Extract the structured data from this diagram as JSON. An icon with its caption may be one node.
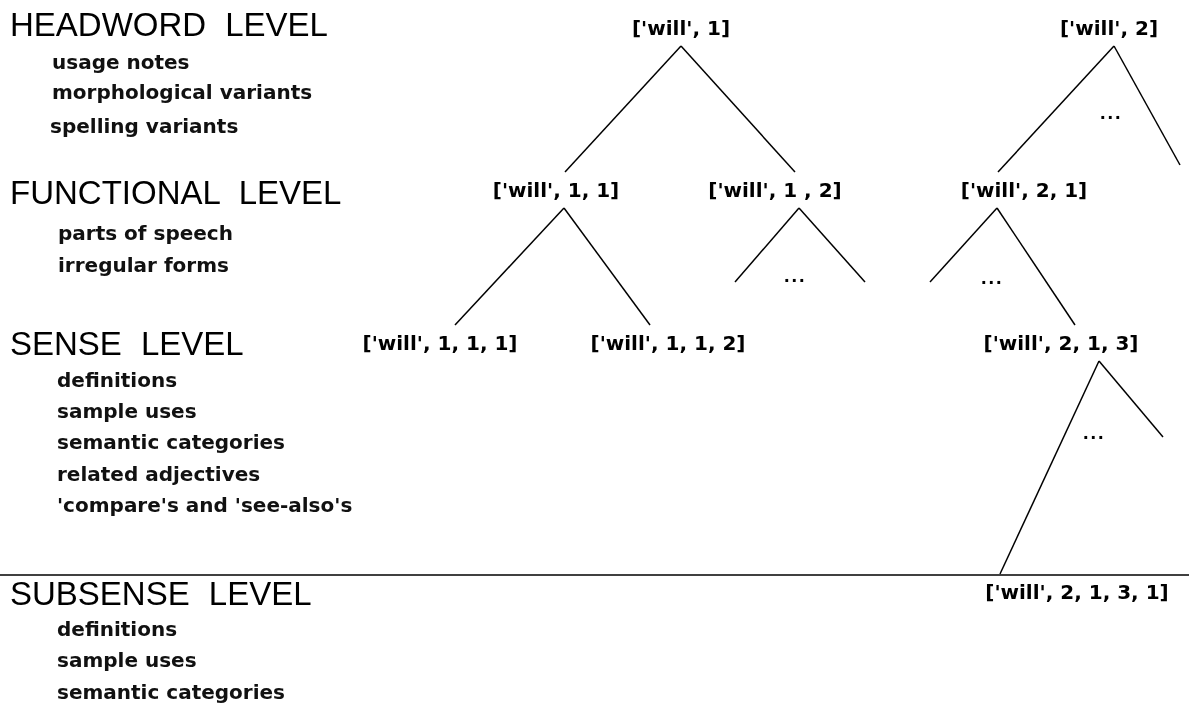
{
  "diagram": {
    "nodes": [
      {
        "text": [
          "['will', 1]"
        ]
      },
      {
        "text": [
          "['will', 2]"
        ]
      },
      {
        "text": [
          "['will', 1, 1]"
        ]
      },
      {
        "text": [
          "['will', 1 , 2]"
        ]
      },
      {
        "text": [
          "['will', 2, 1]"
        ]
      },
      {
        "text": [
          "['will', 1, 1, 1]"
        ]
      },
      {
        "text": [
          "['will', 1, 1, 2]"
        ]
      },
      {
        "text": [
          "['will', 2, 1, 3]"
        ]
      },
      {
        "text": [
          "['will', 2, 1, 3, 1]"
        ]
      }
    ],
    "edges": [
      {
        "from": 0,
        "to": 2,
        "arrow": "none"
      },
      {
        "from": 0,
        "to": 3,
        "arrow": "none"
      },
      {
        "from": 1,
        "to": 4,
        "arrow": "none"
      },
      {
        "from": 1,
        "to": null,
        "arrow": "none"
      },
      {
        "from": 2,
        "to": 5,
        "arrow": "none"
      },
      {
        "from": 2,
        "to": 6,
        "arrow": "none"
      },
      {
        "from": 3,
        "to": null,
        "arrow": "none"
      },
      {
        "from": 3,
        "to": null,
        "arrow": "none"
      },
      {
        "from": 4,
        "to": null,
        "arrow": "none"
      },
      {
        "from": 4,
        "to": 7,
        "arrow": "none"
      },
      {
        "from": 7,
        "to": 8,
        "arrow": "none"
      },
      {
        "from": 7,
        "to": null,
        "arrow": "none"
      }
    ],
    "labels": [
      "HEADWORD LEVEL",
      "usage notes",
      "morphological variants",
      "spelling variants",
      "...",
      "FUNCTIONAL LEVEL",
      "parts of speech",
      "irregular forms",
      "...",
      "...",
      "SENSE LEVEL",
      "definitions",
      "sample uses",
      "semantic categories",
      "related adjectives",
      "'compare's and 'see-also's",
      "...",
      "SUBSENSE LEVEL",
      "definitions",
      "sample uses",
      "semantic categories"
    ]
  }
}
